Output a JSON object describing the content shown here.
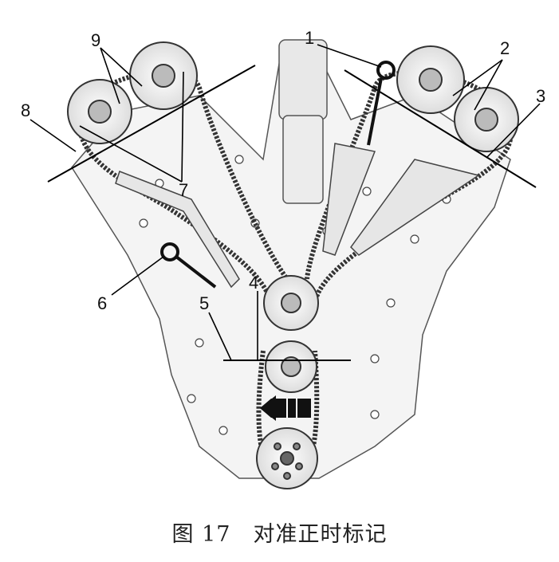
{
  "callouts": {
    "c1": "1",
    "c2": "2",
    "c3": "3",
    "c4": "4",
    "c5": "5",
    "c6": "6",
    "c7": "7",
    "c8": "8",
    "c9": "9"
  },
  "caption": {
    "figure": "图 17",
    "title": "对准正时标记"
  }
}
